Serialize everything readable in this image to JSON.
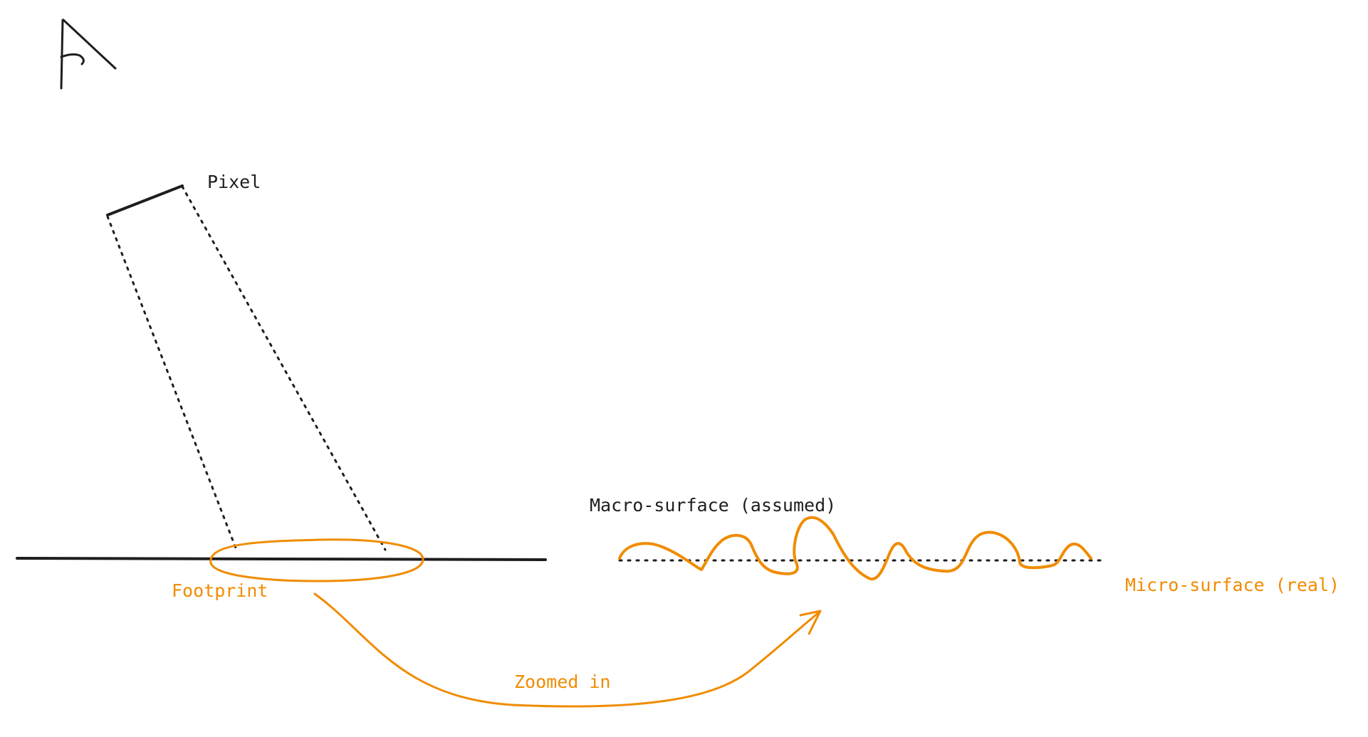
{
  "colors": {
    "ink": "#1e1e1e",
    "accent": "#f08c00",
    "background": "#ffffff"
  },
  "icons": {
    "eye": "eye-icon"
  },
  "labels": {
    "pixel": "Pixel",
    "footprint": "Footprint",
    "zoomed_in": "Zoomed in",
    "macro_surface": "Macro-surface (assumed)",
    "micro_surface": "Micro-surface (real)"
  }
}
